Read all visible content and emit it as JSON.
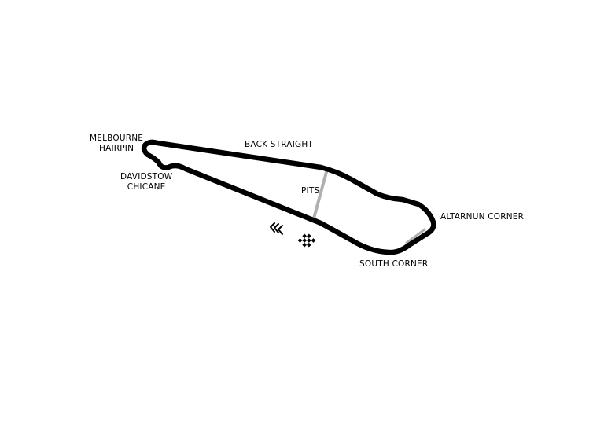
{
  "circuit_labels": {
    "melbourne_hairpin": [
      "MELBOURNE",
      "HAIRPIN"
    ],
    "back_straight": "BACK STRAIGHT",
    "davidstow_chicane": [
      "DAVIDSTOW",
      "CHICANE"
    ],
    "pits": "PITS",
    "altarnun_corner": "ALTARNUN CORNER",
    "south_corner": "SOUTH CORNER"
  },
  "icons": {
    "direction": "direction-arrows-icon",
    "start_finish": "checkered-flag-icon"
  },
  "colors": {
    "track": "#000000",
    "pit_lane": "#b0b0b0",
    "background": "#ffffff"
  }
}
